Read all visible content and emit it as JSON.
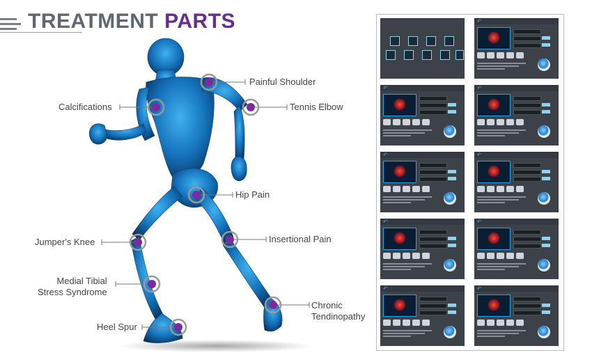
{
  "header": {
    "title_part1": "TREATMENT",
    "title_part2": "PARTS"
  },
  "treatment_points": [
    {
      "label": "Painful Shoulder"
    },
    {
      "label": "Calcifications"
    },
    {
      "label": "Tennis Elbow"
    },
    {
      "label": "Hip Pain"
    },
    {
      "label": "Jumper's Knee"
    },
    {
      "label": "Insertional Pain"
    },
    {
      "label": "Medial Tibial\nStress Syndrome"
    },
    {
      "label": "Chronic\nTendinopathy"
    },
    {
      "label": "Heel Spur"
    }
  ],
  "colors": {
    "title_gray": "#5f6770",
    "title_purple": "#6a2c8c",
    "body_blue": "#1f8fd8",
    "marker_purple": "#7b2c9c"
  }
}
